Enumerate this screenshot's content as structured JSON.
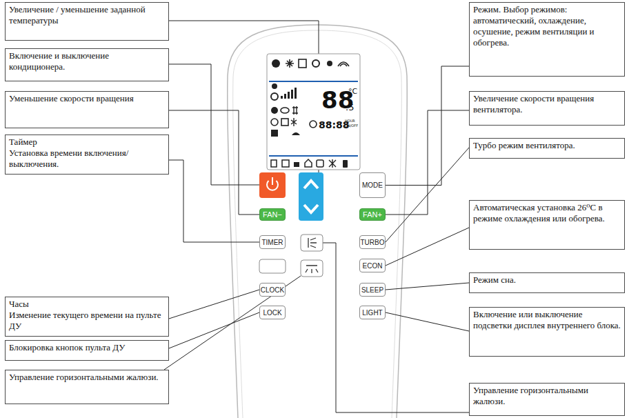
{
  "diagram": {
    "nodes": [
      {
        "text": [
          "Увеличение / уменьшение заданной температуры"
        ]
      },
      {
        "text": [
          "Включение и выключение кондиционера."
        ]
      },
      {
        "text": [
          "Уменьшение скорости вращения"
        ]
      },
      {
        "text": [
          "Таймер",
          "Установка времени включения/ выключения."
        ]
      },
      {
        "text": [
          "Часы",
          "Изменение текущего времени на пульте ДУ"
        ]
      },
      {
        "text": [
          "Блокировка кнопок пульта ДУ"
        ]
      },
      {
        "text": [
          "Управление горизонтальными жалюзи."
        ]
      },
      {
        "text": [
          "Режим. Выбор режимов: автоматический, охлаждение, осушение, режим вентиляции и обогрева."
        ]
      },
      {
        "text": [
          "Увеличение скорости вращения вентилятора."
        ]
      },
      {
        "text": [
          "Турбо режим вентилятора."
        ]
      },
      {
        "text": [
          "Автоматическая установка 26⁰C в режиме охлаждения или обогрева."
        ]
      },
      {
        "text": [
          "Режим сна."
        ]
      },
      {
        "text": [
          "Включение или выключение подсветки дисплея внутреннего блока."
        ]
      },
      {
        "text": [
          "Управление горизонтальными жалюзи."
        ]
      },
      {
        "text": [
          "MODE"
        ]
      },
      {
        "text": [
          "FAN−"
        ]
      },
      {
        "text": [
          "FAN+"
        ]
      },
      {
        "text": [
          "TIMER"
        ]
      },
      {
        "text": [
          "TURBO"
        ]
      },
      {
        "text": [
          "ECON"
        ]
      },
      {
        "text": [
          "CLOCK"
        ]
      },
      {
        "text": [
          "SLEEP"
        ]
      },
      {
        "text": [
          "LOCK"
        ]
      },
      {
        "text": [
          "LIGHT"
        ]
      }
    ],
    "edges": [
      {
        "from": 2,
        "to": 15,
        "arrow": "none"
      },
      {
        "from": 3,
        "to": 17,
        "arrow": "none"
      },
      {
        "from": 4,
        "to": 20,
        "arrow": "none"
      },
      {
        "from": 5,
        "to": 22,
        "arrow": "none"
      },
      {
        "from": 7,
        "to": 14,
        "arrow": "none"
      },
      {
        "from": 8,
        "to": 16,
        "arrow": "none"
      },
      {
        "from": 9,
        "to": 18,
        "arrow": "none"
      },
      {
        "from": 10,
        "to": 19,
        "arrow": "none"
      },
      {
        "from": 11,
        "to": 21,
        "arrow": "none"
      },
      {
        "from": 12,
        "to": 23,
        "arrow": "none"
      }
    ],
    "labels": [
      "88",
      "°C",
      ".5",
      "88:88",
      "HOUR",
      "ON/OFF"
    ]
  }
}
